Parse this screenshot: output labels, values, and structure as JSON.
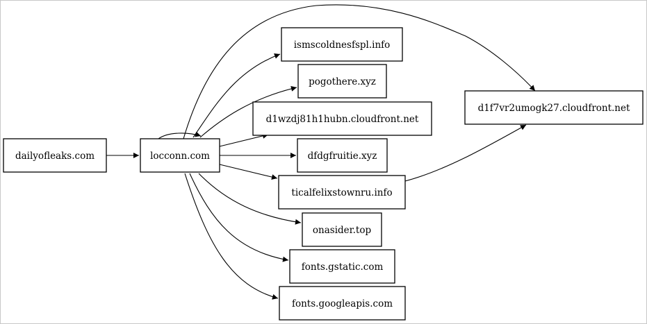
{
  "graph": {
    "nodes": [
      {
        "id": "dailyofleaks",
        "label": "dailyofleaks.com"
      },
      {
        "id": "locconn",
        "label": "locconn.com"
      },
      {
        "id": "ismscoldnesfspl",
        "label": "ismscoldnesfspl.info"
      },
      {
        "id": "pogothere",
        "label": "pogothere.xyz"
      },
      {
        "id": "d1wzdj81h1hubn",
        "label": "d1wzdj81h1hubn.cloudfront.net"
      },
      {
        "id": "dfdgfruitie",
        "label": "dfdgfruitie.xyz"
      },
      {
        "id": "ticalfelixstownru",
        "label": "ticalfelixstownru.info"
      },
      {
        "id": "onasider",
        "label": "onasider.top"
      },
      {
        "id": "fonts_gstatic",
        "label": "fonts.gstatic.com"
      },
      {
        "id": "fonts_googleapis",
        "label": "fonts.googleapis.com"
      },
      {
        "id": "d1f7vr2umogk27",
        "label": "d1f7vr2umogk27.cloudfront.net"
      }
    ],
    "edges": [
      {
        "from": "dailyofleaks",
        "to": "locconn"
      },
      {
        "from": "locconn",
        "to": "locconn"
      },
      {
        "from": "locconn",
        "to": "ismscoldnesfspl"
      },
      {
        "from": "locconn",
        "to": "pogothere"
      },
      {
        "from": "locconn",
        "to": "d1wzdj81h1hubn"
      },
      {
        "from": "locconn",
        "to": "dfdgfruitie"
      },
      {
        "from": "locconn",
        "to": "ticalfelixstownru"
      },
      {
        "from": "locconn",
        "to": "onasider"
      },
      {
        "from": "locconn",
        "to": "fonts_gstatic"
      },
      {
        "from": "locconn",
        "to": "fonts_googleapis"
      },
      {
        "from": "locconn",
        "to": "d1f7vr2umogk27"
      },
      {
        "from": "ticalfelixstownru",
        "to": "d1f7vr2umogk27"
      }
    ]
  }
}
